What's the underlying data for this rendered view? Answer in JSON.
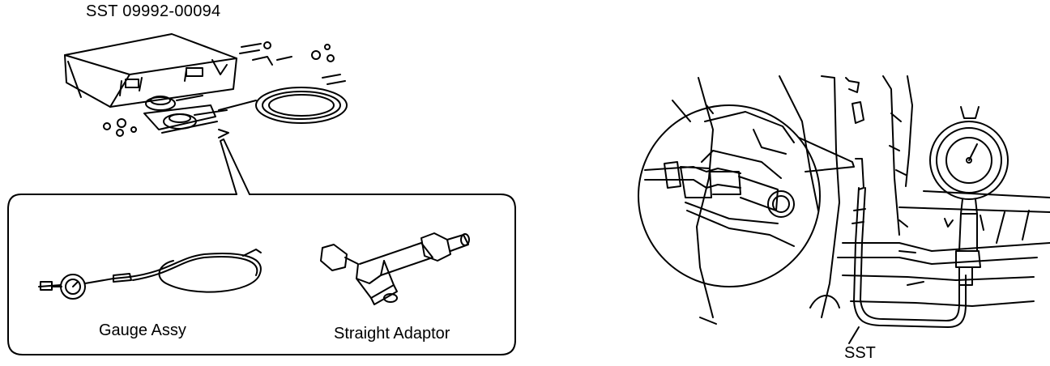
{
  "figure": {
    "title": "SST 09992-00094",
    "callout_labels": {
      "gauge": "Gauge Assy",
      "adaptor": "Straight Adaptor"
    },
    "install_label": "SST"
  }
}
